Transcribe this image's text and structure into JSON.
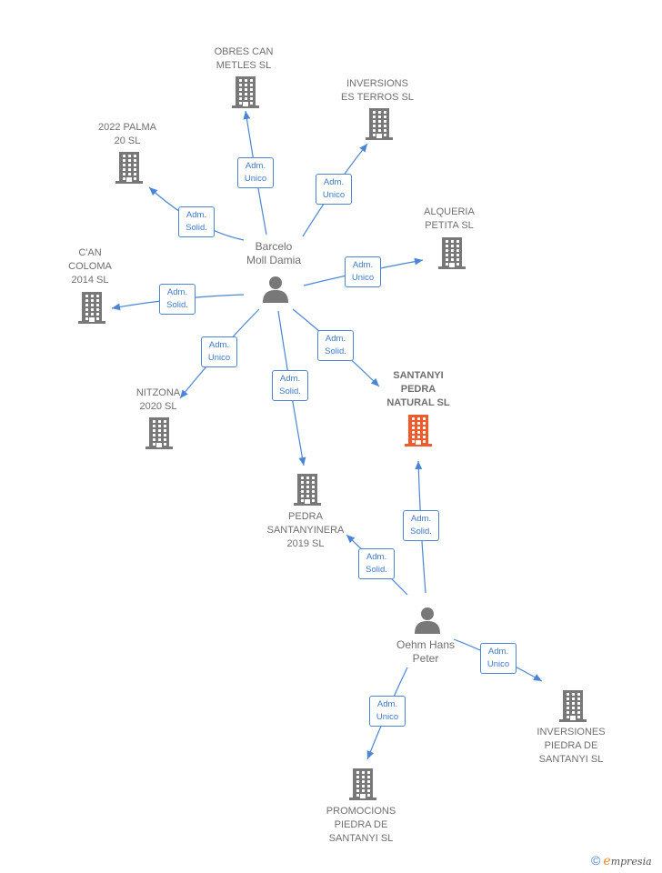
{
  "colors": {
    "edge": "#4a86d4",
    "building": "#787878",
    "building_highlight": "#f15a2b",
    "person": "#787878"
  },
  "people": [
    {
      "id": "barcelo",
      "label": "Barcelo\nMoll Damia"
    },
    {
      "id": "oehm",
      "label": "Oehm Hans\nPeter"
    }
  ],
  "companies": [
    {
      "id": "obres",
      "label": "OBRES CAN\nMETLES SL",
      "icon": "building-icon"
    },
    {
      "id": "inversions",
      "label": "INVERSIONS\nES TERROS SL",
      "icon": "building-icon"
    },
    {
      "id": "palma",
      "label": "2022 PALMA\n20  SL",
      "icon": "building-icon"
    },
    {
      "id": "alqueria",
      "label": "ALQUERIA\nPETITA  SL",
      "icon": "building-icon"
    },
    {
      "id": "ccoloma",
      "label": "C'AN\nCOLOMA\n2014  SL",
      "icon": "building-icon"
    },
    {
      "id": "santanyi",
      "label": "SANTANYI\nPEDRA\nNATURAL  SL",
      "icon": "building-icon",
      "highlight": true
    },
    {
      "id": "nitzona",
      "label": "NITZONA\n2020  SL",
      "icon": "building-icon"
    },
    {
      "id": "pedra",
      "label": "PEDRA\nSANTANYINERA\n2019  SL",
      "icon": "building-icon"
    },
    {
      "id": "inv_piedra",
      "label": "INVERSIONES\nPIEDRA DE\nSANTANYI SL",
      "icon": "building-icon"
    },
    {
      "id": "promocions",
      "label": "PROMOCIONS\nPIEDRA DE\nSANTANYI  SL",
      "icon": "building-icon"
    }
  ],
  "edges": [
    {
      "from": "barcelo",
      "to": "obres",
      "label": "Adm.\nUnico"
    },
    {
      "from": "barcelo",
      "to": "inversions",
      "label": "Adm.\nUnico"
    },
    {
      "from": "barcelo",
      "to": "palma",
      "label": "Adm.\nSolid."
    },
    {
      "from": "barcelo",
      "to": "alqueria",
      "label": "Adm.\nUnico"
    },
    {
      "from": "barcelo",
      "to": "ccoloma",
      "label": "Adm.\nSolid."
    },
    {
      "from": "barcelo",
      "to": "nitzona",
      "label": "Adm.\nUnico"
    },
    {
      "from": "barcelo",
      "to": "santanyi",
      "label": "Adm.\nSolid."
    },
    {
      "from": "barcelo",
      "to": "pedra",
      "label": "Adm.\nSolid."
    },
    {
      "from": "oehm",
      "to": "pedra",
      "label": "Adm.\nSolid."
    },
    {
      "from": "oehm",
      "to": "santanyi",
      "label": "Adm.\nSolid."
    },
    {
      "from": "oehm",
      "to": "inv_piedra",
      "label": "Adm.\nUnico"
    },
    {
      "from": "oehm",
      "to": "promocions",
      "label": "Adm.\nUnico"
    }
  ],
  "brand": {
    "symbol": "©",
    "initial": "e",
    "rest": "mpresia"
  }
}
